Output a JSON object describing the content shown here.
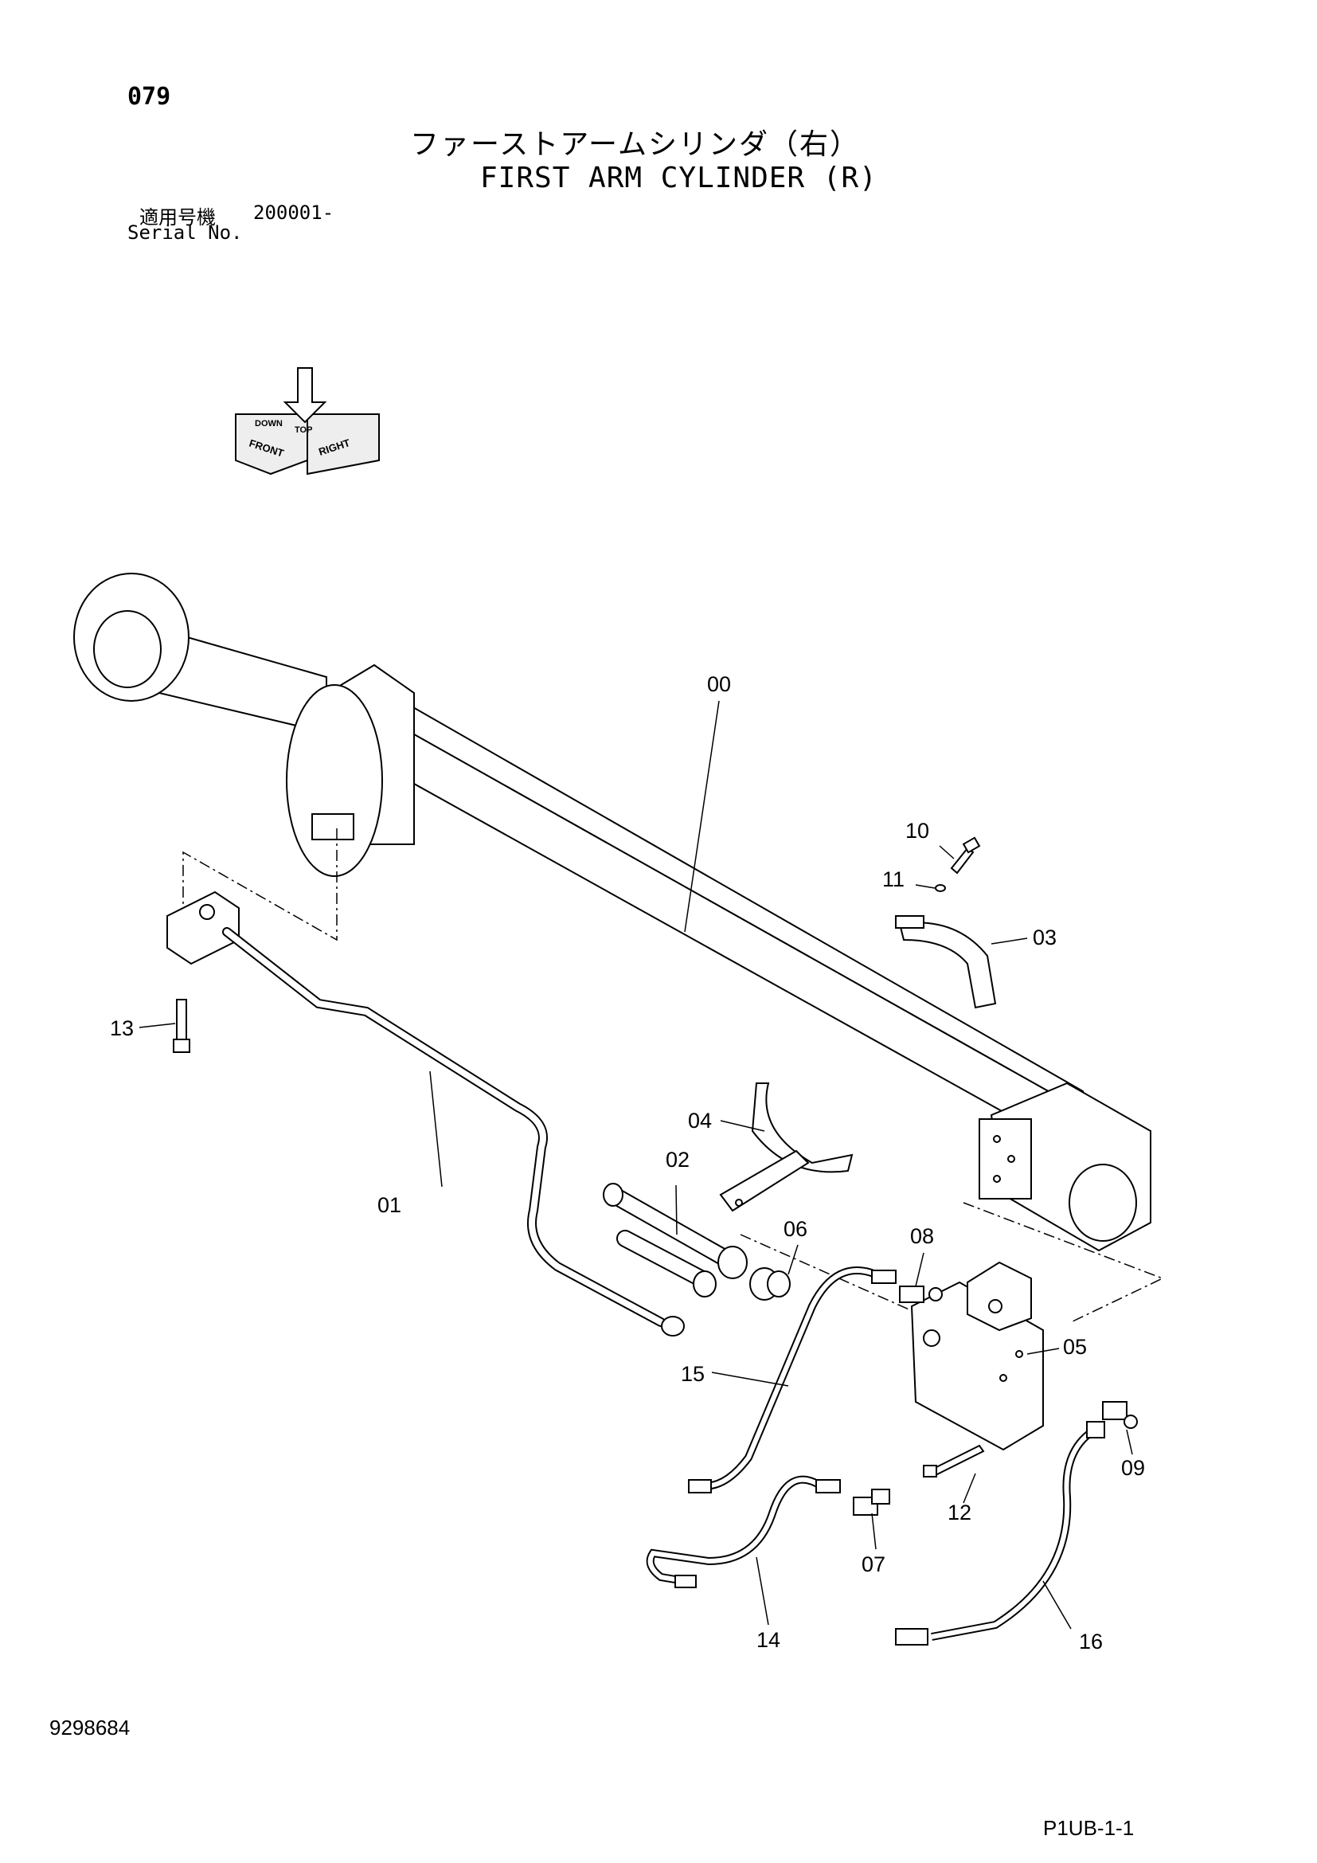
{
  "header": {
    "page_number": "079",
    "title_jp": "ファーストアームシリンダ（右）",
    "title_en": "FIRST ARM CYLINDER (R)",
    "serial_label_jp": "適用号機",
    "serial_value": "200001-",
    "serial_label_en": "Serial No."
  },
  "orientation_icon": {
    "labels": [
      "FRONT",
      "RIGHT",
      "TOP",
      "DOWN"
    ]
  },
  "callouts": [
    {
      "id": "00"
    },
    {
      "id": "01"
    },
    {
      "id": "02"
    },
    {
      "id": "03"
    },
    {
      "id": "04"
    },
    {
      "id": "05"
    },
    {
      "id": "06"
    },
    {
      "id": "07"
    },
    {
      "id": "08"
    },
    {
      "id": "09"
    },
    {
      "id": "10"
    },
    {
      "id": "11"
    },
    {
      "id": "12"
    },
    {
      "id": "13"
    },
    {
      "id": "14"
    },
    {
      "id": "15"
    },
    {
      "id": "16"
    }
  ],
  "footer": {
    "document_number": "9298684",
    "page_code": "P1UB-1-1"
  }
}
